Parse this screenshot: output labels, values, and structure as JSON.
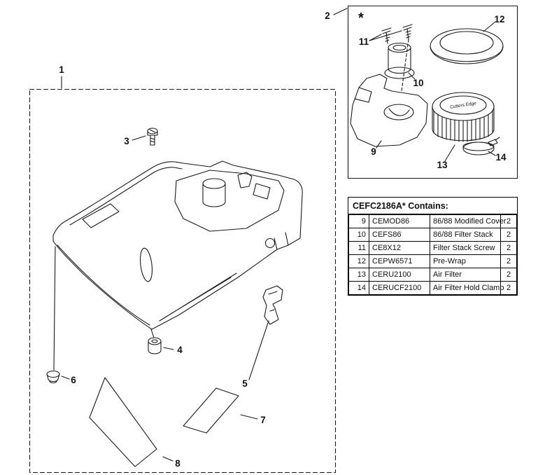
{
  "colors": {
    "line": "#1a1a1a",
    "border": "#000000",
    "background": "#ffffff"
  },
  "main_diagram": {
    "callouts": {
      "c1": "1",
      "c3": "3",
      "c4": "4",
      "c5": "5",
      "c6": "6",
      "c7": "7",
      "c8": "8"
    }
  },
  "inset": {
    "callout_2": "2",
    "asterisk": "*",
    "callouts": {
      "c9": "9",
      "c10": "10",
      "c11": "11",
      "c12": "12",
      "c13": "13",
      "c14": "14"
    },
    "filter_text": "Cutters Edge"
  },
  "parts_table": {
    "title": "CEFC2186A* Contains:",
    "rows": [
      {
        "ref": "9",
        "part": "CEMOD86",
        "desc": "86/88 Modified Cover",
        "qty": "2"
      },
      {
        "ref": "10",
        "part": "CEFS86",
        "desc": "86/88 Filter Stack",
        "qty": "2"
      },
      {
        "ref": "11",
        "part": "CE8X12",
        "desc": "Filter Stack Screw",
        "qty": "2"
      },
      {
        "ref": "12",
        "part": "CEPW6571",
        "desc": "Pre-Wrap",
        "qty": "2"
      },
      {
        "ref": "13",
        "part": "CERU2100",
        "desc": "Air Filter",
        "qty": "2"
      },
      {
        "ref": "14",
        "part": "CERUCF2100",
        "desc": "Air Filter Hold Clamp",
        "qty": "2"
      }
    ]
  }
}
